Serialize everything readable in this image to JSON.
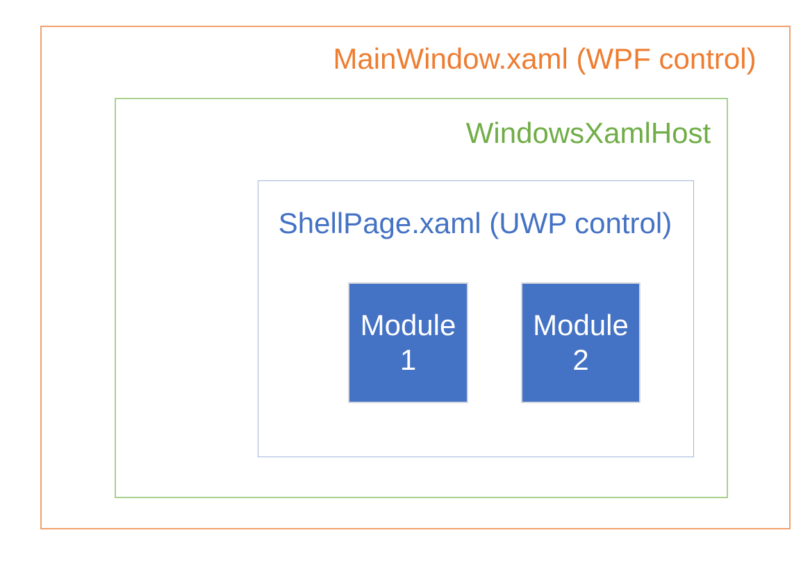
{
  "diagram": {
    "outer_box": {
      "label": "MainWindow.xaml (WPF control)",
      "text_color": "#ED7D31",
      "border_color": "#F1A06A"
    },
    "host_box": {
      "label": "WindowsXamlHost",
      "text_color": "#70AD47",
      "border_color": "#A9D18E"
    },
    "shell_box": {
      "label": "ShellPage.xaml (UWP control)",
      "text_color": "#4472C4",
      "border_color": "#9FB3DC"
    },
    "modules": [
      {
        "name": "Module",
        "number": "1",
        "fill_color": "#4472C4",
        "text_color": "#FFFFFF"
      },
      {
        "name": "Module",
        "number": "2",
        "fill_color": "#4472C4",
        "text_color": "#FFFFFF"
      }
    ]
  }
}
